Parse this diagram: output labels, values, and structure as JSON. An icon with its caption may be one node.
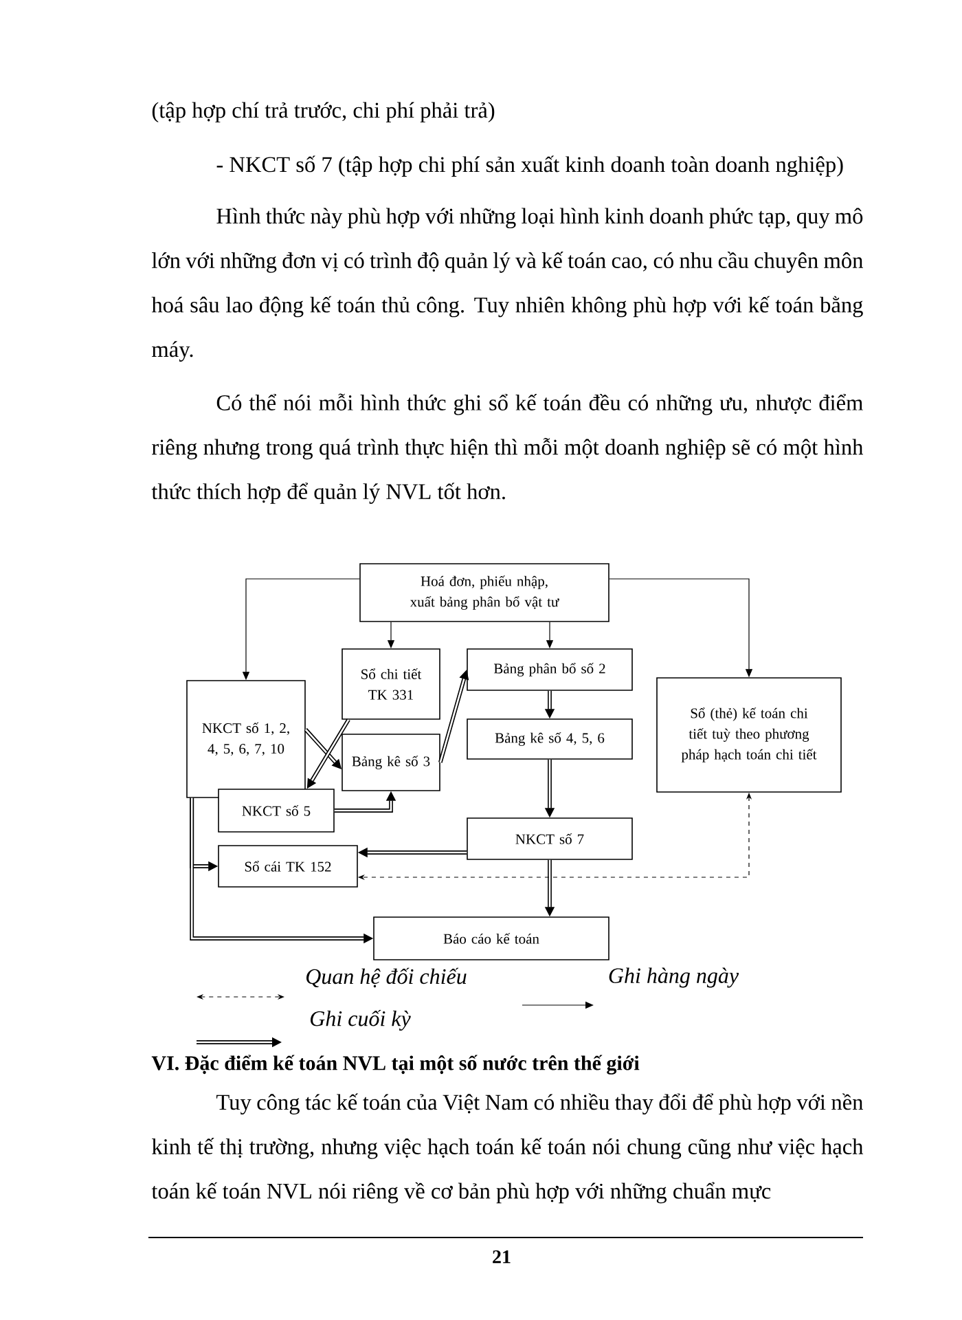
{
  "diagram": {
    "nodes": [
      {
        "text": [
          "Hoá đơn, phiếu nhập, xuất bảng phân bổ vật tư"
        ]
      },
      {
        "text": [
          "NKCT số 1, 2, 4, 5, 6, 7, 10"
        ]
      },
      {
        "text": [
          "Sổ chi tiết TK 331"
        ]
      },
      {
        "text": [
          "Bảng kê số 3"
        ]
      },
      {
        "text": [
          "Bảng phân bổ số 2"
        ]
      },
      {
        "text": [
          "Bảng kê số 4, 5, 6"
        ]
      },
      {
        "text": [
          "Sổ (thẻ) kế toán chi tiết tuỳ theo phương pháp hạch toán chi tiết"
        ]
      },
      {
        "text": [
          "NKCT số 5"
        ]
      },
      {
        "text": [
          "NKCT số 7"
        ]
      },
      {
        "text": [
          "Sổ cái TK 152"
        ]
      },
      {
        "text": [
          "Báo cáo kế toán"
        ]
      }
    ],
    "edges": [
      {
        "from": 0,
        "to": 1,
        "arrow": "to"
      },
      {
        "from": 0,
        "to": 2,
        "arrow": "to"
      },
      {
        "from": 0,
        "to": 4,
        "arrow": "to"
      },
      {
        "from": 0,
        "to": 6,
        "arrow": "to"
      },
      {
        "from": 1,
        "to": 3,
        "arrow": "to"
      },
      {
        "from": 2,
        "to": 7,
        "arrow": "to"
      },
      {
        "from": 7,
        "to": 3,
        "arrow": "to"
      },
      {
        "from": 3,
        "to": 4,
        "arrow": "to"
      },
      {
        "from": 4,
        "to": 5,
        "arrow": "to"
      },
      {
        "from": 5,
        "to": 8,
        "arrow": "to"
      },
      {
        "from": 8,
        "to": 9,
        "arrow": "to"
      },
      {
        "from": 8,
        "to": 10,
        "arrow": "to"
      },
      {
        "from": 1,
        "to": 9,
        "arrow": "to"
      },
      {
        "from": 1,
        "to": 10,
        "arrow": "to"
      },
      {
        "from": 6,
        "to": 9,
        "arrow": "both",
        "style": "dashed"
      }
    ],
    "labels": [
      "(tập hợp chí trả trước, chi phí phải trả)",
      "- NKCT số 7 (tập hợp chi phí sản xuất kinh doanh toàn doanh nghiệp)",
      "Hình thức này phù hợp với những loại hình kinh doanh phức tạp, quy mô lớn với những đơn vị có trình độ quản lý và kế toán cao, có nhu cầu chuyên môn hoá sâu lao động kế toán thủ công. Tuy nhiên không phù hợp với kế toán bằng máy.",
      "Có thể nói mỗi hình thức ghi sổ kế toán đều có những ưu, nhược điểm riêng nhưng trong quá trình thực hiện thì mỗi một doanh nghiệp sẽ có một hình thức thích hợp để quản lý NVL tốt hơn.",
      "VI. Đặc điểm kế toán NVL tại một số nước trên thế giới",
      "Tuy công tác kế toán của Việt Nam có nhiều thay đổi để phù hợp với nền kinh tế thị trường, nhưng việc hạch toán kế toán nói chung cũng như việc hạch toán kế toán NVL nói riêng về cơ bản phù hợp với những chuẩn mực",
      "21"
    ],
    "legend": [
      {
        "text": "Quan hệ đối chiếu"
      },
      {
        "text": "Ghi hàng ngày"
      },
      {
        "text": "Ghi cuối kỳ"
      }
    ]
  }
}
